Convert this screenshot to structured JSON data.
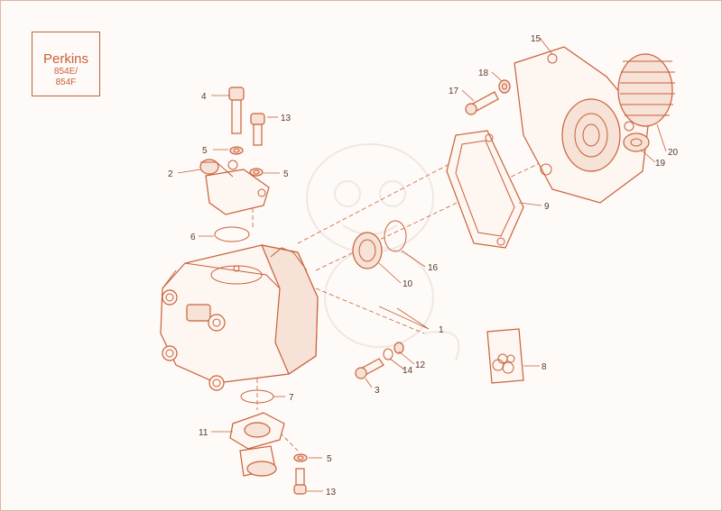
{
  "brand": {
    "maker": "Perkins",
    "model_line1": "854E/",
    "model_line2": "854F"
  },
  "callouts": [
    {
      "id": "c1",
      "text": "1"
    },
    {
      "id": "c2",
      "text": "2"
    },
    {
      "id": "c3",
      "text": "3"
    },
    {
      "id": "c4",
      "text": "4"
    },
    {
      "id": "c5a",
      "text": "5"
    },
    {
      "id": "c5b",
      "text": "5"
    },
    {
      "id": "c5c",
      "text": "5"
    },
    {
      "id": "c6",
      "text": "6"
    },
    {
      "id": "c7",
      "text": "7"
    },
    {
      "id": "c8",
      "text": "8"
    },
    {
      "id": "c9",
      "text": "9"
    },
    {
      "id": "c10",
      "text": "10"
    },
    {
      "id": "c11",
      "text": "11"
    },
    {
      "id": "c12",
      "text": "12"
    },
    {
      "id": "c13a",
      "text": "13"
    },
    {
      "id": "c13b",
      "text": "13"
    },
    {
      "id": "c14",
      "text": "14"
    },
    {
      "id": "c15",
      "text": "15"
    },
    {
      "id": "c16",
      "text": "16"
    },
    {
      "id": "c17",
      "text": "17"
    },
    {
      "id": "c18",
      "text": "18"
    },
    {
      "id": "c19",
      "text": "19"
    },
    {
      "id": "c20",
      "text": "20"
    }
  ],
  "colors": {
    "line": "#c9603a",
    "label": "#5a3a2e",
    "background": "#fdfaf7"
  }
}
